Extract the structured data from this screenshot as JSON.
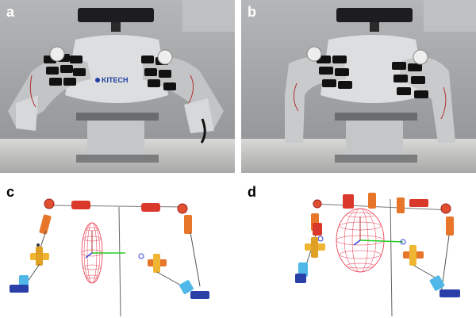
{
  "figure": {
    "panels": [
      {
        "id": "a",
        "label": "a",
        "type": "photo"
      },
      {
        "id": "b",
        "label": "b",
        "type": "photo"
      },
      {
        "id": "c",
        "label": "c",
        "type": "simulation"
      },
      {
        "id": "d",
        "label": "d",
        "type": "simulation"
      }
    ],
    "robot_logo_text": "KITECH",
    "colors": {
      "link_red": "#d9382a",
      "link_orange": "#e8762a",
      "joint_yellow": "#f0b533",
      "joint_cyan": "#4fb8e8",
      "base_blue": "#2a3fa8",
      "ellipsoid_red": "#e8344a",
      "axis_green": "#22cc22",
      "axis_blue": "#3344dd"
    }
  }
}
